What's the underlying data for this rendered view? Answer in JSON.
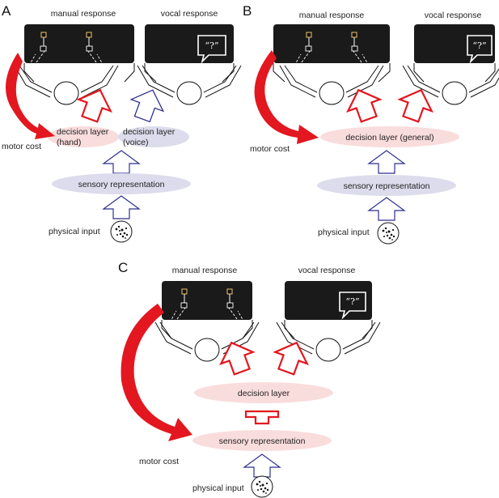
{
  "panels": {
    "A": {
      "letter": "A",
      "manual_label": "manual response",
      "vocal_label": "vocal response",
      "decision_hand": [
        "decision layer",
        "(hand)"
      ],
      "decision_voice": [
        "decision layer",
        "(voice)"
      ],
      "sensory": "sensory representation",
      "motor_cost": "motor cost",
      "physical_input": "physical input"
    },
    "B": {
      "letter": "B",
      "manual_label": "manual response",
      "vocal_label": "vocal response",
      "decision": "decision layer (general)",
      "sensory": "sensory representation",
      "motor_cost": "motor cost",
      "physical_input": "physical input"
    },
    "C": {
      "letter": "C",
      "manual_label": "manual response",
      "vocal_label": "vocal response",
      "decision": "decision layer",
      "sensory": "sensory representation",
      "motor_cost": "motor cost",
      "physical_input": "physical input"
    }
  },
  "speech_bubble_text": "“?”",
  "colors": {
    "pink": "#f9dcdc",
    "lavender": "#dcdcec",
    "red": "#e3171f",
    "blue": "#2e2f8e",
    "screen": "#1a1a1a"
  }
}
